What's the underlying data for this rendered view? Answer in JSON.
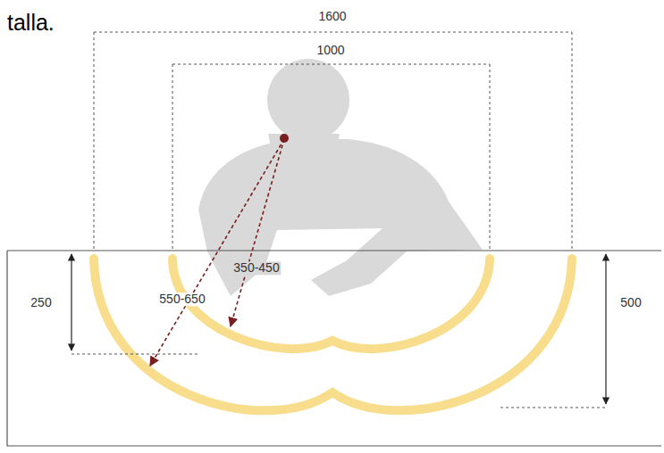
{
  "diagram": {
    "labels": [
      "talla.",
      "1600",
      "1000",
      "350-450",
      "550-650",
      "250",
      "500"
    ]
  }
}
